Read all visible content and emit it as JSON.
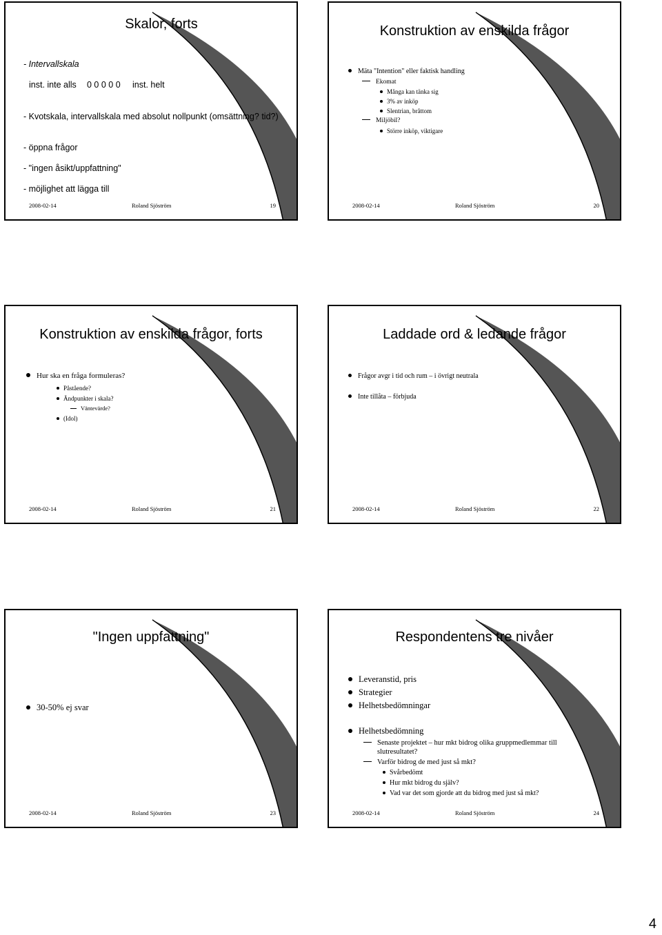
{
  "slides": [
    {
      "title": "Skalor, forts",
      "lines": [
        "- Intervallskala",
        "inst. inte alls",
        "0 0 0 0 0",
        "inst. helt",
        "- Kvotskala, intervallskala med absolut nollpunkt (omsättning? tid?)",
        "- öppna frågor",
        "- \"ingen åsikt/uppfattning\"",
        "- möjlighet att lägga till"
      ],
      "footer": {
        "date": "2008-02-14",
        "author": "Roland Sjöström",
        "number": "19"
      }
    },
    {
      "title": "Konstruktion av enskilda frågor",
      "items": [
        "Mäta \"Intention\" eller faktisk handling",
        "Ekomat",
        "Många kan tänka sig",
        "3% av inköp",
        "Slentrian, bråttom",
        "Miljöbil?",
        "Större inköp, viktigare"
      ],
      "footer": {
        "date": "2008-02-14",
        "author": "Roland Sjöström",
        "number": "20"
      }
    },
    {
      "title": "Konstruktion av enskilda frågor, forts",
      "items": [
        "Hur ska en fråga formuleras?",
        "Påstående?",
        "Ändpunkter i skala?",
        "Väntevärde?",
        "(Idol)"
      ],
      "footer": {
        "date": "2008-02-14",
        "author": "Roland Sjöström",
        "number": "21"
      }
    },
    {
      "title": "Laddade ord & ledande frågor",
      "items": [
        "Frågor avgr i tid och rum – i övrigt neutrala",
        "Inte tillåta – förbjuda"
      ],
      "footer": {
        "date": "2008-02-14",
        "author": "Roland Sjöström",
        "number": "22"
      }
    },
    {
      "title": "\"Ingen uppfattning\"",
      "items": [
        "30-50% ej svar"
      ],
      "footer": {
        "date": "2008-02-14",
        "author": "Roland Sjöström",
        "number": "23"
      }
    },
    {
      "title": "Respondentens tre nivåer",
      "items": [
        "Leveranstid, pris",
        "Strategier",
        "Helhetsbedömningar",
        "Helhetsbedömning",
        "Senaste projektet – hur mkt bidrog olika gruppmedlemmar till",
        "slutresultatet?",
        "Varför bidrog de med just så mkt?",
        "Svårbedömt",
        "Hur mkt bidrog du själv?",
        "Vad var det som gjorde att du bidrog med just så mkt?"
      ],
      "footer": {
        "date": "2008-02-14",
        "author": "Roland Sjöström",
        "number": "24"
      }
    }
  ],
  "page_number": "4"
}
